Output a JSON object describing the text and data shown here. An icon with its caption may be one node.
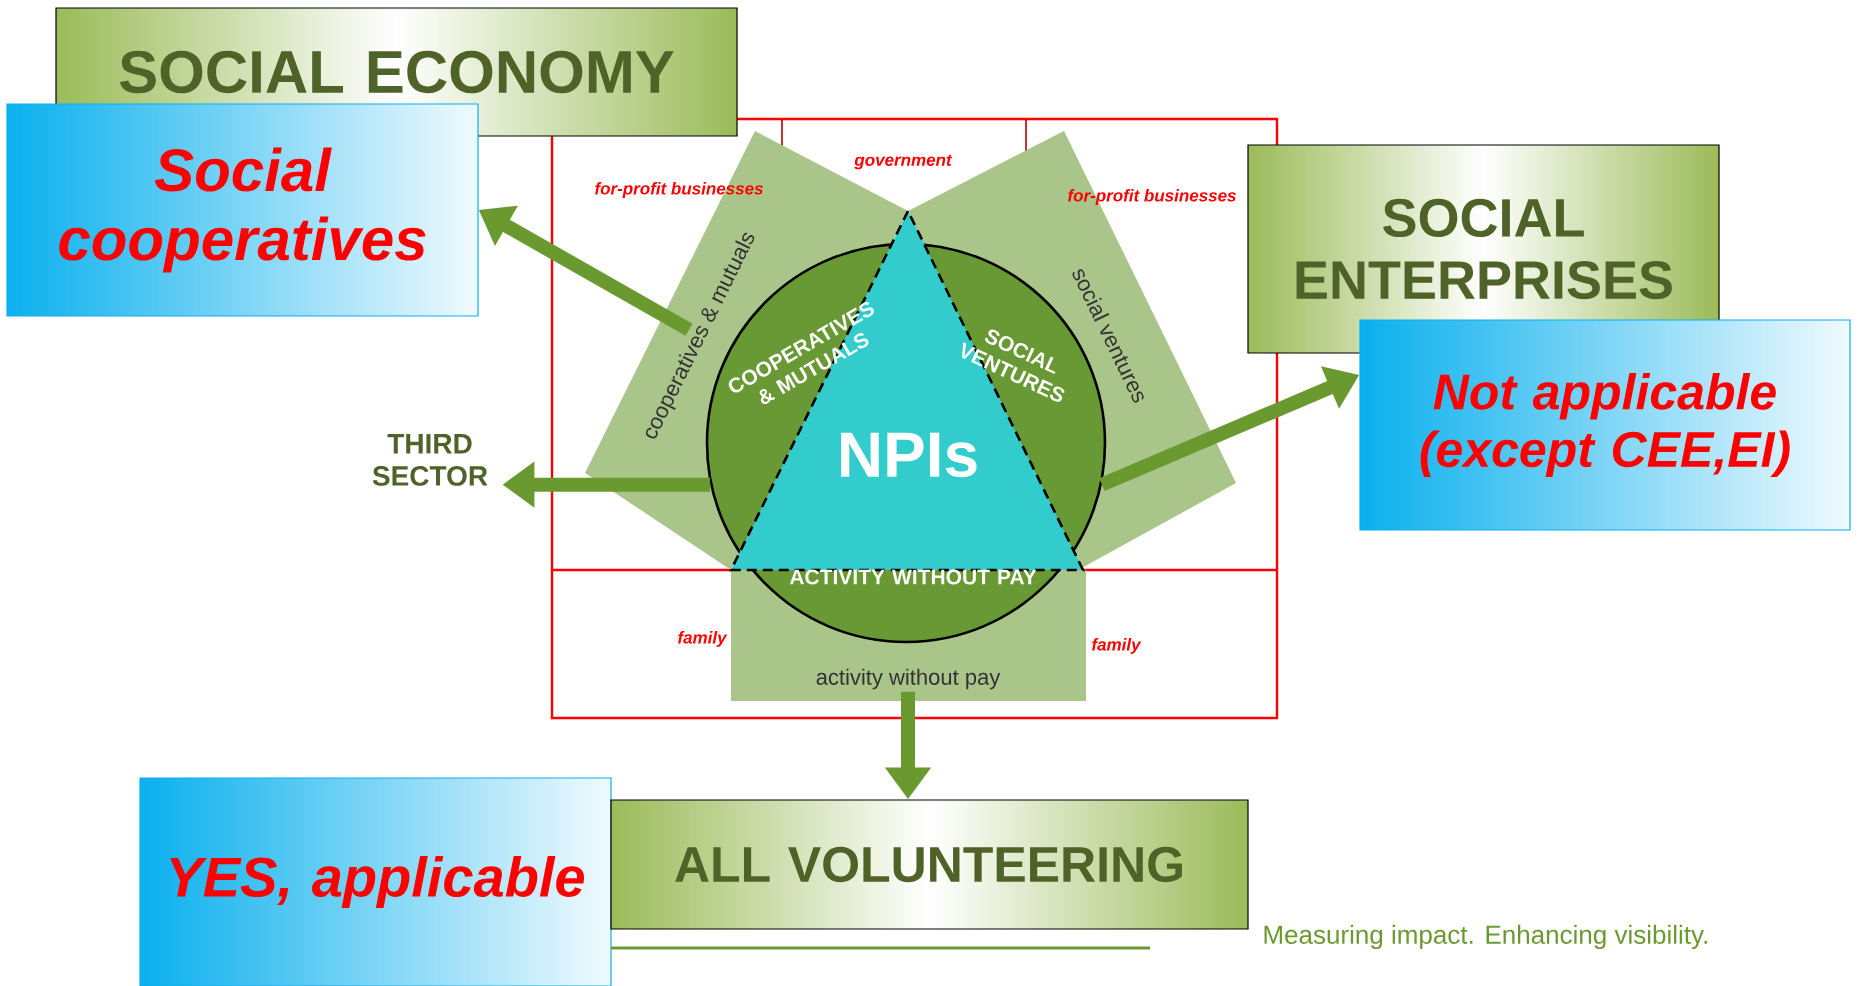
{
  "diagram": {
    "nodes": [
      {
        "text": [
          "SOCIAL ECONOMY"
        ]
      },
      {
        "text": [
          "Social cooperatives"
        ]
      },
      {
        "text": [
          "SOCIAL ENTERPRISES"
        ]
      },
      {
        "text": [
          "cooperatives & mutuals"
        ]
      },
      {
        "text": [
          "social ventures"
        ]
      },
      {
        "text": [
          "COOPERATIVES & MUTUALS",
          "SOCIAL VENTURES",
          "ACTIVITY WITHOUT PAY"
        ]
      },
      {
        "text": [
          "NPIs"
        ],
        "in": 5
      },
      {
        "text": [
          "THIRD SECTOR"
        ]
      },
      {
        "text": [
          "Not applicable (except CEE,EI)"
        ]
      },
      {
        "text": [
          "activity without pay"
        ]
      },
      {
        "text": [
          "YES, applicable"
        ]
      },
      {
        "text": [
          "ALL VOLUNTEERING"
        ]
      }
    ],
    "edges": [
      {
        "from": 3,
        "to": 1,
        "arrow": "to"
      },
      {
        "from": 5,
        "to": 7,
        "arrow": "to"
      },
      {
        "from": 5,
        "to": 8,
        "arrow": "to"
      },
      {
        "from": 9,
        "to": 11,
        "arrow": "to"
      }
    ],
    "labels": [
      "for-profit businesses",
      "government",
      "for-profit businesses",
      "family",
      "family",
      "Measuring impact. Enhancing visibility."
    ]
  }
}
